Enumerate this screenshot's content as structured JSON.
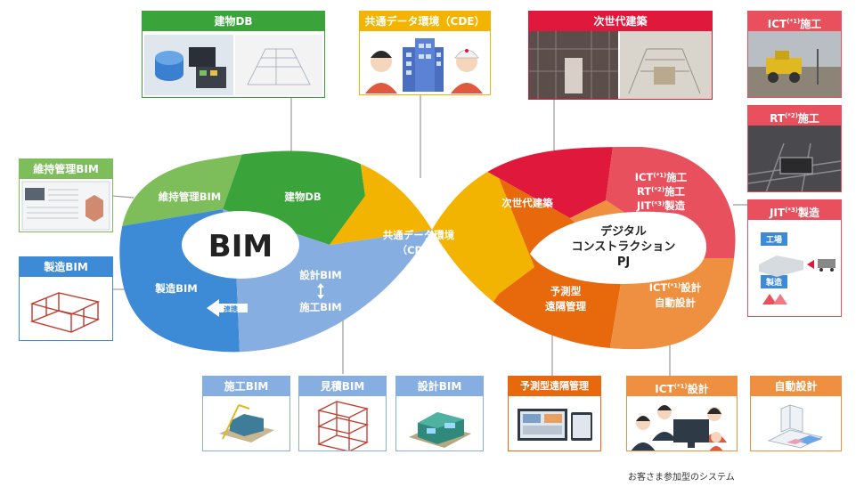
{
  "center": {
    "bim": "BIM",
    "pj_line1": "デジタル",
    "pj_line2": "コンストラクションPJ",
    "pj_line2a": "コンストラクション",
    "pj_line3": "PJ"
  },
  "segments": {
    "maintenance": "維持管理BIM",
    "building_db": "建物DB",
    "cde_line1": "共通データ環境",
    "cde_line2": "（CDE）",
    "next_gen": "次世代建築",
    "ict_construction": "ICT",
    "ict_construction_sup": "(*1)",
    "ict_construction_suffix": "施工",
    "rt_construction": "RT",
    "rt_construction_sup": "(*2)",
    "rt_construction_suffix": "施工",
    "jit_manufacturing": "JIT",
    "jit_manufacturing_sup": "(*3)",
    "jit_manufacturing_suffix": "製造",
    "ict_design": "ICT",
    "ict_design_sup": "(*1)",
    "ict_design_suffix": "設計",
    "auto_design": "自動設計",
    "predictive_line1": "予測型",
    "predictive_line2": "遠隔管理",
    "design_bim": "設計BIM",
    "construction_bim": "施工BIM",
    "manufacturing_bim": "製造BIM",
    "link_label": "連携"
  },
  "cards": {
    "building_db": "建物DB",
    "cde": "共通データ環境（CDE）",
    "next_gen": "次世代建築",
    "ict_construction": "ICT",
    "ict_construction_sup": "(*1)",
    "ict_construction_suffix": "施工",
    "rt_construction": "RT",
    "rt_construction_sup": "(*2)",
    "rt_construction_suffix": "施工",
    "jit_manufacturing": "JIT",
    "jit_manufacturing_sup": "(*3)",
    "jit_manufacturing_suffix": "製造",
    "jit_factory": "工場",
    "jit_manufacture": "製造",
    "maintenance_bim": "維持管理BIM",
    "manufacturing_bim": "製造BIM",
    "construction_bim": "施工BIM",
    "estimate_bim": "見積BIM",
    "design_bim": "設計BIM",
    "predictive": "予測型遠隔管理",
    "ict_design": "ICT",
    "ict_design_sup": "(*1)",
    "ict_design_suffix": "設計",
    "auto_design": "自動設計"
  },
  "caption": "お客さま参加型のシステム",
  "colors": {
    "light_green": "#7dbd5a",
    "green": "#3aa43a",
    "yellow": "#f2b400",
    "red": "#e0183c",
    "pink": "#e8505d",
    "orange": "#e8680c",
    "light_orange": "#ef9040",
    "light_blue": "#86aee0",
    "blue": "#3d8ad6"
  }
}
